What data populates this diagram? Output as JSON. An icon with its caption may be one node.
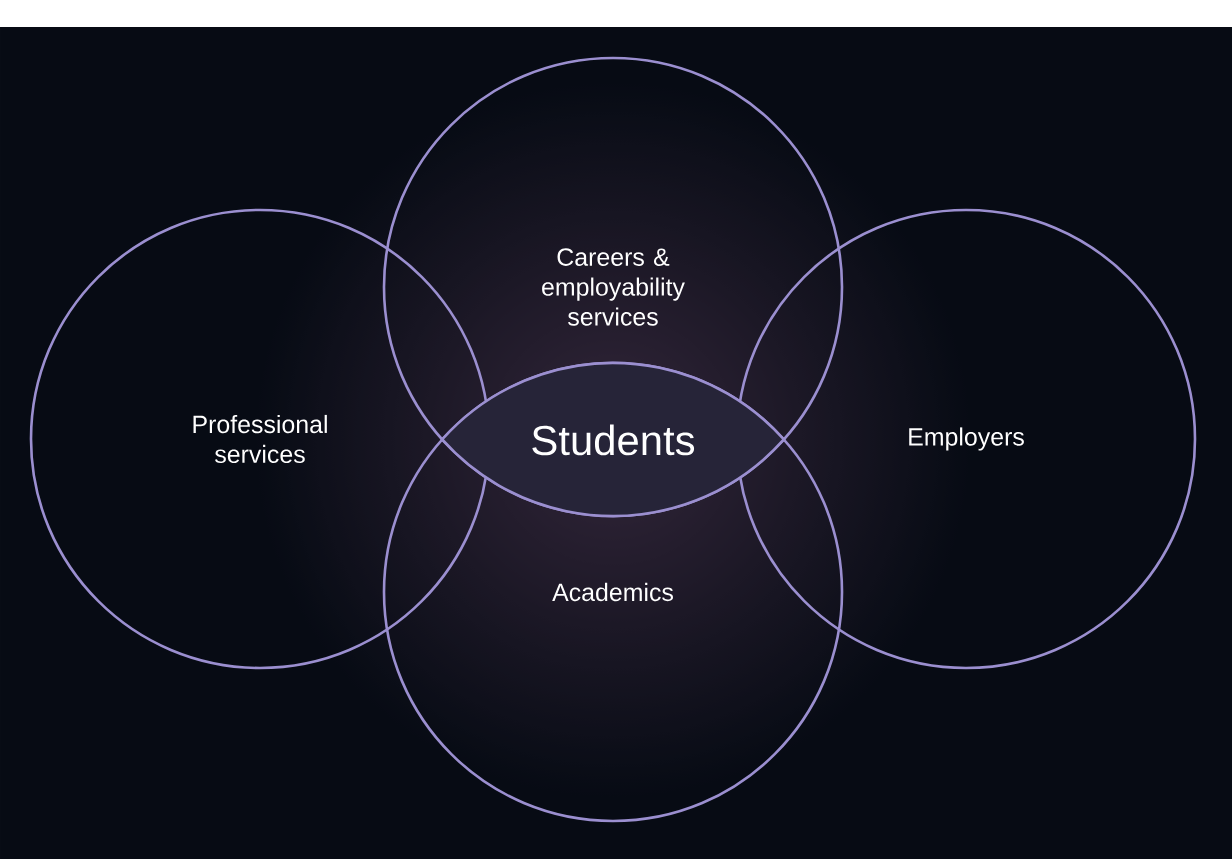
{
  "diagram": {
    "nodes": [
      {
        "text": [
          "Professional services"
        ]
      },
      {
        "text": [
          "Careers & employability services"
        ]
      },
      {
        "text": [
          "Employers"
        ]
      },
      {
        "text": [
          "Academics"
        ]
      },
      {
        "text": [
          "Students"
        ]
      }
    ]
  }
}
